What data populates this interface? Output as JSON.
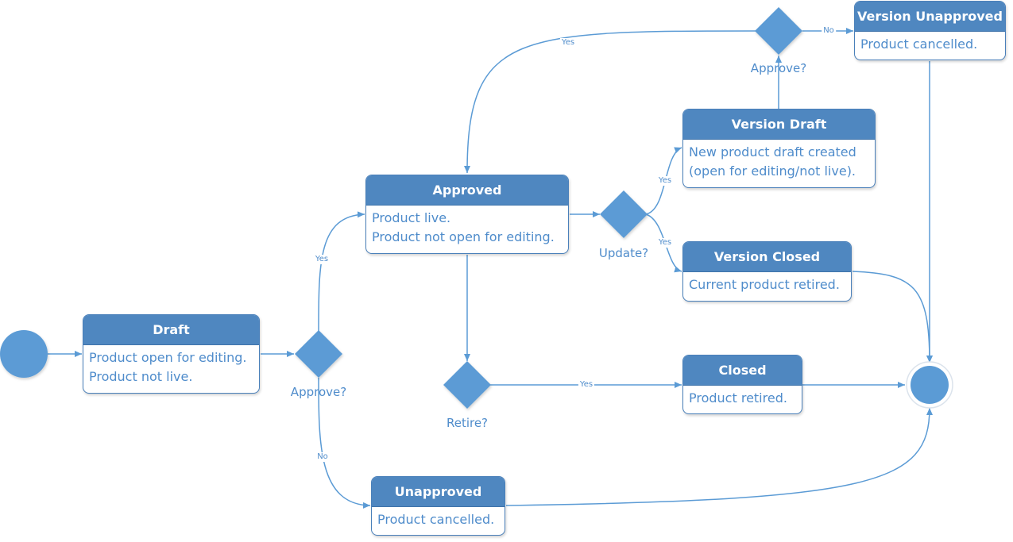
{
  "colors": {
    "accent": "#4f87c0",
    "connector": "#5b9bd5",
    "text": "#4f8ccb",
    "node_fill": "#5b9bd5"
  },
  "states": {
    "draft": {
      "title": "Draft",
      "lines": [
        "Product open for editing.",
        "Product not live."
      ]
    },
    "approved": {
      "title": "Approved",
      "lines": [
        "Product live.",
        "Product not open for editing."
      ]
    },
    "version_draft": {
      "title": "Version Draft",
      "lines": [
        "New product draft created",
        "(open for editing/not live)."
      ]
    },
    "version_unapproved": {
      "title": "Version Unapproved",
      "lines": [
        "Product cancelled."
      ]
    },
    "version_closed": {
      "title": "Version Closed",
      "lines": [
        "Current product retired."
      ]
    },
    "closed": {
      "title": "Closed",
      "lines": [
        "Product retired."
      ]
    },
    "unapproved": {
      "title": "Unapproved",
      "lines": [
        "Product cancelled."
      ]
    }
  },
  "decisions": {
    "approve1": "Approve?",
    "update": "Update?",
    "retire": "Retire?",
    "approve2": "Approve?"
  },
  "edge_labels": {
    "approve1_yes": "Yes",
    "approve1_no": "No",
    "update_yes_draft": "Yes",
    "update_yes_closed": "Yes",
    "retire_yes": "Yes",
    "approve2_yes": "Yes",
    "approve2_no": "No"
  }
}
